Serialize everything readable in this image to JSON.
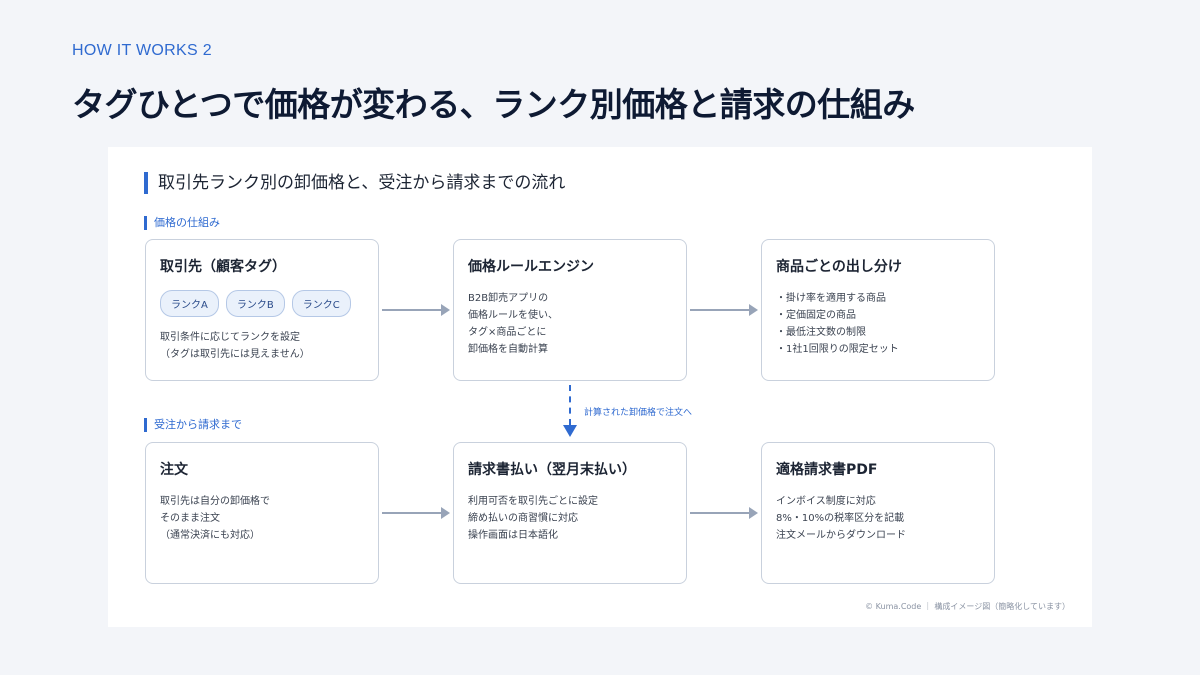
{
  "eyebrow": "HOW IT WORKS 2",
  "title": "タグひとつで価格が変わる、ランク別価格と請求の仕組み",
  "panel": {
    "heading": "取引先ランク別の卸価格と、受注から請求までの流れ",
    "section_pricing": "価格の仕組み",
    "section_billing": "受注から請求まで",
    "flow_note": "計算された卸価格で注文へ",
    "footer": "© Kuma.Code ｜ 構成イメージ図（簡略化しています）"
  },
  "cards": {
    "client": {
      "title": "取引先（顧客タグ）",
      "tags": [
        "ランクA",
        "ランクB",
        "ランクC"
      ],
      "lines": [
        "取引条件に応じてランクを設定",
        "（タグは取引先には見えません）"
      ]
    },
    "engine": {
      "title": "価格ルールエンジン",
      "lines": [
        "B2B卸売アプリの",
        "価格ルールを使い、",
        "タグ×商品ごとに",
        "卸価格を自動計算"
      ]
    },
    "products": {
      "title": "商品ごとの出し分け",
      "lines": [
        "・掛け率を適用する商品",
        "・定価固定の商品",
        "・最低注文数の制限",
        "・1社1回限りの限定セット"
      ]
    },
    "order": {
      "title": "注文",
      "lines": [
        "取引先は自分の卸価格で",
        "そのまま注文",
        "（通常決済にも対応）"
      ]
    },
    "invoice_payment": {
      "title": "請求書払い（翌月末払い）",
      "lines": [
        "利用可否を取引先ごとに設定",
        "締め払いの商習慣に対応",
        "操作画面は日本語化"
      ]
    },
    "qualified_invoice": {
      "title": "適格請求書PDF",
      "lines": [
        "インボイス制度に対応",
        "8%・10%の税率区分を記載",
        "注文メールからダウンロード"
      ]
    }
  }
}
